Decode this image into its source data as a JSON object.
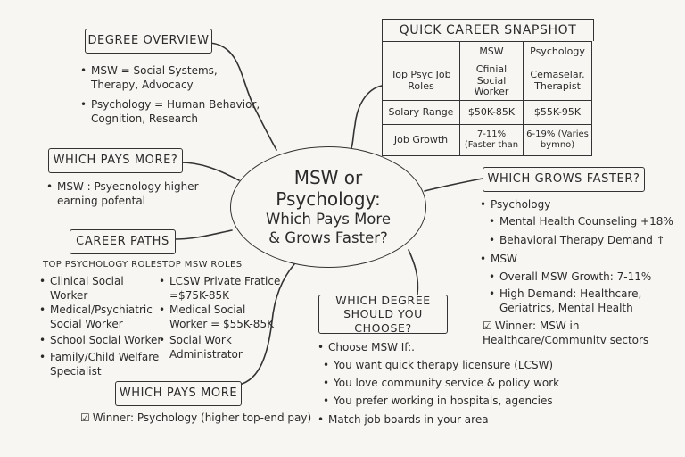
{
  "center": {
    "line1": "MSW or",
    "line2": "Psychology:",
    "line3": "Which Pays More",
    "line4": "& Grows Faster?"
  },
  "degree_overview": {
    "title": "Degree Overview",
    "items": [
      "MSW = Social Systems, Therapy, Advocacy",
      "Psychology = Human Behavior, Cognition, Research"
    ]
  },
  "which_pays_more_top": {
    "title": "Which Pays More?",
    "items": [
      "MSW : Psyecnology higher earning pofental"
    ]
  },
  "career_paths": {
    "title": "Career Paths",
    "psych_head": "Top Psychology Roles",
    "psych_items": [
      "Clinical Social Worker",
      "Medical/Psychiatric Social Worker",
      "School Social Worker",
      "Family/Child Welfare Specialist"
    ],
    "msw_head": "Top MSW Roles",
    "msw_items": [
      "LCSW Private Fratice =$75K-85K",
      "Medical Social Worker = $55K-85K",
      "Social Work Administrator"
    ]
  },
  "which_pays_more_bottom": {
    "title": "Which Pays More",
    "winner": "Winner: Psychology (higher top-end pay)"
  },
  "snapshot": {
    "title": "Quick Career Snapshot",
    "headers": [
      "",
      "MSW",
      "Psychology"
    ],
    "rows": [
      [
        "Top Psyc Job Roles",
        "Cfinial Social Worker",
        "Cemaselar. Therapist"
      ],
      [
        "Solary Range",
        "$50K-85K",
        "$55K-95K"
      ],
      [
        "Job Growth",
        "7-11% (Faster than",
        "6-19% (Varies bymno)"
      ]
    ]
  },
  "grows_faster": {
    "title": "Which Grows Faster?",
    "psych_label": "Psychology",
    "psych_items": [
      "Mental Health Counseling +18%",
      "Behavioral Therapy Demand ↑"
    ],
    "msw_label": "MSW",
    "msw_items": [
      "Overall MSW Growth: 7-11%",
      "High Demand: Healthcare, Geriatrics, Mental Health"
    ],
    "winner": "Winner: MSW in Healthcare/Communitv sectors"
  },
  "choose": {
    "title": "Which Degree Should You Choose?",
    "lead": "Choose MSW If:.",
    "items": [
      "You want quick therapy licensure (LCSW)",
      "You love community service & policy work",
      "You prefer working in hospitals, agencies"
    ],
    "last": "Match job boards in your area"
  },
  "icons": {
    "check": "check-circle-icon"
  }
}
